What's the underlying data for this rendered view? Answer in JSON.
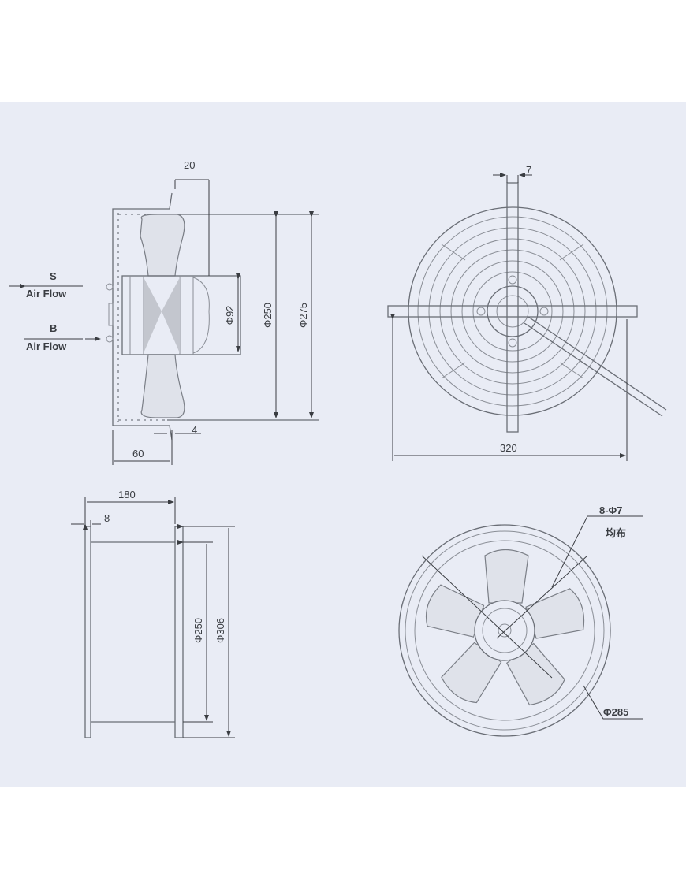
{
  "side_view": {
    "dim_top": "20",
    "airflow_s_code": "S",
    "airflow_s_label": "Air Flow",
    "airflow_b_code": "B",
    "airflow_b_label": "Air Flow",
    "dim_hub": "Φ92",
    "dim_inner": "Φ250",
    "dim_outer": "Φ275",
    "dim_flange": "4",
    "dim_depth": "60"
  },
  "front_view": {
    "dim_bracket": "7",
    "dim_width": "320"
  },
  "housing_side": {
    "dim_depth": "180",
    "dim_plate": "8",
    "dim_inner": "Φ250",
    "dim_outer": "Φ306"
  },
  "housing_front": {
    "holes": "8-Φ7",
    "holes_note": "均布",
    "dim_pcd": "Φ285"
  }
}
